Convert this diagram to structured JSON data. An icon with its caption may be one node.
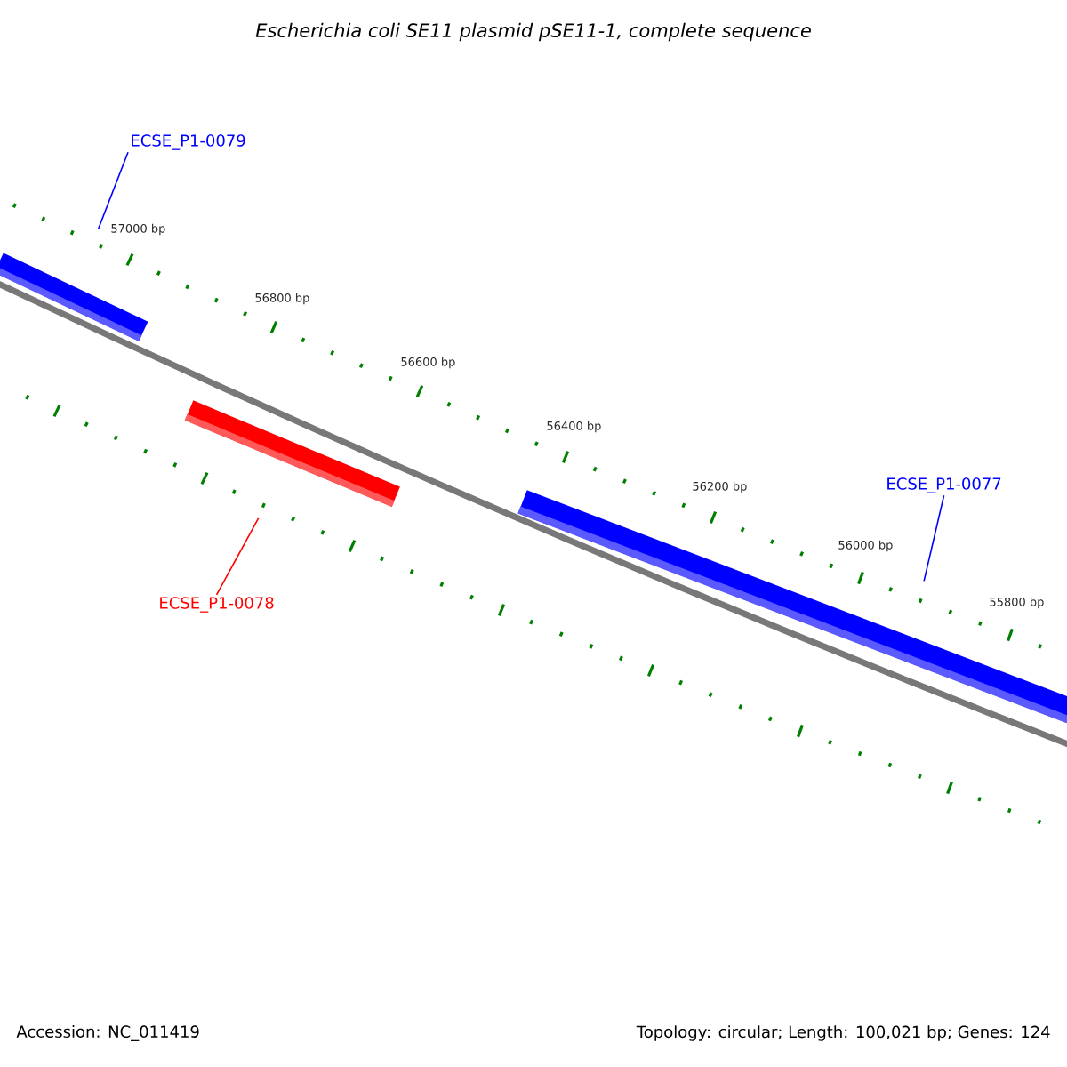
{
  "diagram": {
    "title": "Escherichia coli SE11 plasmid pSE11-1, complete sequence",
    "nodes": [
      {
        "text": [
          "ECSE_P1-0079"
        ]
      },
      {
        "text": [],
        "shape": "bar"
      },
      {
        "text": [],
        "shape": "bar"
      },
      {
        "text": [],
        "shape": "bar"
      },
      {
        "text": [
          "ECSE_P1-0077"
        ]
      },
      {
        "text": [
          "ECSE_P1-0078"
        ]
      }
    ],
    "edges": [
      {
        "from": 0,
        "to": 1,
        "arrow": "none"
      },
      {
        "from": 4,
        "to": 3,
        "arrow": "none"
      },
      {
        "from": 5,
        "to": 2,
        "arrow": "none",
        "color": "#ff0000"
      }
    ],
    "labels": [
      "57000 bp",
      "56800 bp",
      "56600 bp",
      "56400 bp",
      "56200 bp",
      "56000 bp",
      "55800 bp",
      "Accession: NC_011419",
      "Topology: circular; Length: 100,021 bp; Genes: 124"
    ]
  }
}
